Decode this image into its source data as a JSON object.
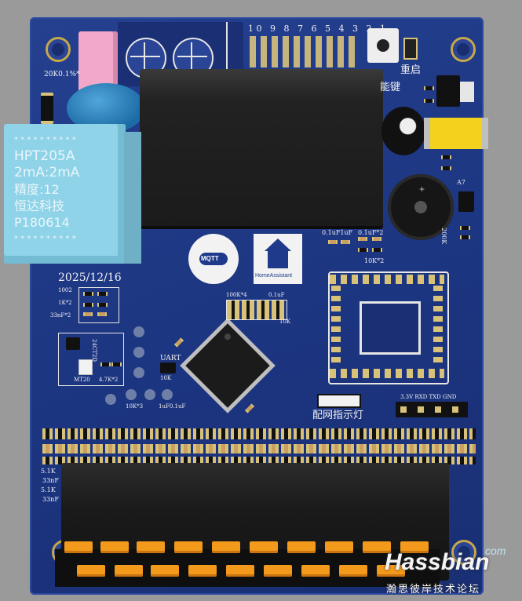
{
  "board": {
    "date_label": "2025/12/16"
  },
  "silkscreen": {
    "resistor_top": "20K0.1%*",
    "res_1002": "1002",
    "res_1k2": "1K*2",
    "cap_33nf2": "33nF*2",
    "diode_24v": "24CT2D",
    "mt20_label": "MT20",
    "res_47k2": "4.7K*2",
    "res_10k3": "10K*3",
    "cap_1uf_01uf": "1uF0.1uF",
    "uart_label": "UART",
    "r10k_label": "10K",
    "res_100k4": "100K*4",
    "cap_01uf_mid": "0.1uF",
    "res_10k_mid": "10K",
    "cap_01uf_1uf": "0.1uF1uF",
    "cap_01uf_2": "0.1uF*2",
    "res_10k2": "10K*2",
    "r_200k_side": "200K",
    "a7_label": "A7",
    "restart_label": "重启",
    "func_key_label": "能键",
    "config_led_label": "配网指示灯",
    "serial_pins_label": "3.3V RXD TXD GND",
    "left_edge_label_1": "5.1K",
    "left_edge_label_2": "33nF",
    "left_edge_label_3": "5.1K",
    "left_edge_label_4": "33nF",
    "pin_numbers": [
      "10",
      "9",
      "8",
      "7",
      "6",
      "5",
      "4",
      "3",
      "2",
      "1"
    ]
  },
  "transformer": {
    "line1": "* * * * * * * * * *",
    "line2": "HPT205A",
    "line3": "2mA:2mA",
    "line4": "精度:12",
    "line5": "恒达科技",
    "line6": "P180614",
    "line7": "* * * * * * * * * *"
  },
  "logos": {
    "mqtt_label": "MQTT",
    "homeassistant_label": "HomeAssistant"
  },
  "watermark": {
    "com": "com",
    "brand": "Hassbian",
    "subtitle": "瀚思彼岸技术论坛"
  },
  "colors": {
    "board": "#1f3a8a",
    "copper": "#d8c27a",
    "header_pins": "#f39a1c",
    "transformer": "#8fd3e8",
    "relay": "#2b2b2b"
  }
}
